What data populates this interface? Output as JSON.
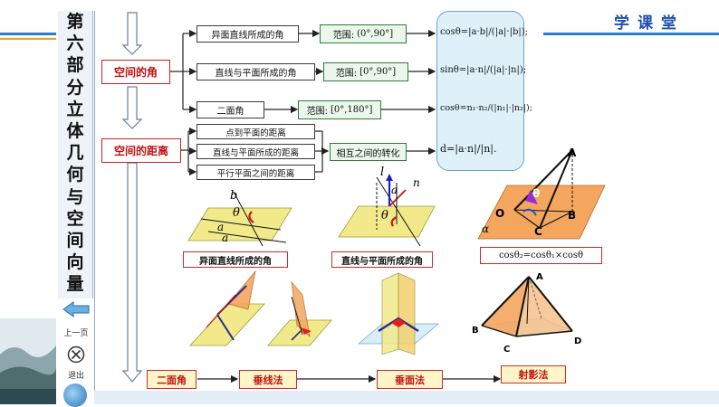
{
  "banner": {
    "text": "学课堂"
  },
  "sidebar": {
    "chapter_chars": [
      "第",
      "六",
      "部",
      "分",
      "立",
      "体",
      "几",
      "何",
      "与",
      "空",
      "间",
      "向",
      "量"
    ],
    "prev_label": "上一页",
    "exit_label": "退出"
  },
  "main": {
    "angle_title": "空间的角",
    "distance_title": "空间的距离",
    "angle_items": [
      {
        "label": "异面直线所成的角",
        "range_label": "范围:",
        "range_value": "(0°,90°]",
        "formula": "cosθ=|a·b|/(|a|·|b|);"
      },
      {
        "label": "直线与平面所成的角",
        "range_label": "范围:",
        "range_value": "[0°,90°]",
        "formula": "sinθ=|a·n|/(|a|·|n|);"
      },
      {
        "label": "二面角",
        "range_label": "范围:",
        "range_value": "[0°,180°]",
        "formula": "cosθ=n₁·n₂/(|n₁|·|n₂|);"
      }
    ],
    "distance_items": [
      "点到平面的距离",
      "直线与平面所成的距离",
      "平行平面之间的距离"
    ],
    "transform_label": "相互之间的转化",
    "distance_formula": "d=|a·n|/|n|."
  },
  "figures": {
    "fig1_caption": "异面直线所成的角",
    "fig2_caption": "直线与平面所成的角",
    "fig3_caption": "cosθ₂=cosθ₁×cosθ",
    "fig1_labels": {
      "b": "b",
      "theta": "θ",
      "a1": "a",
      "a2": "a"
    },
    "fig2_labels": {
      "l": "l",
      "a": "a",
      "n": "n",
      "theta": "θ"
    },
    "fig3_labels": {
      "A": "A",
      "B": "B",
      "C": "C",
      "O": "O",
      "alpha": "α",
      "theta": "θ"
    },
    "pyramid_labels": {
      "A": "A",
      "B": "B",
      "C": "C",
      "D": "D"
    }
  },
  "bottom_flow": {
    "items": [
      "二面角",
      "垂线法",
      "垂面法",
      "射影法"
    ]
  },
  "colors": {
    "red_border": "#d02020",
    "green_range": "#2e7a3e",
    "formula_bg": "#dff1f8",
    "banner_blue": "#1d4fb0"
  }
}
